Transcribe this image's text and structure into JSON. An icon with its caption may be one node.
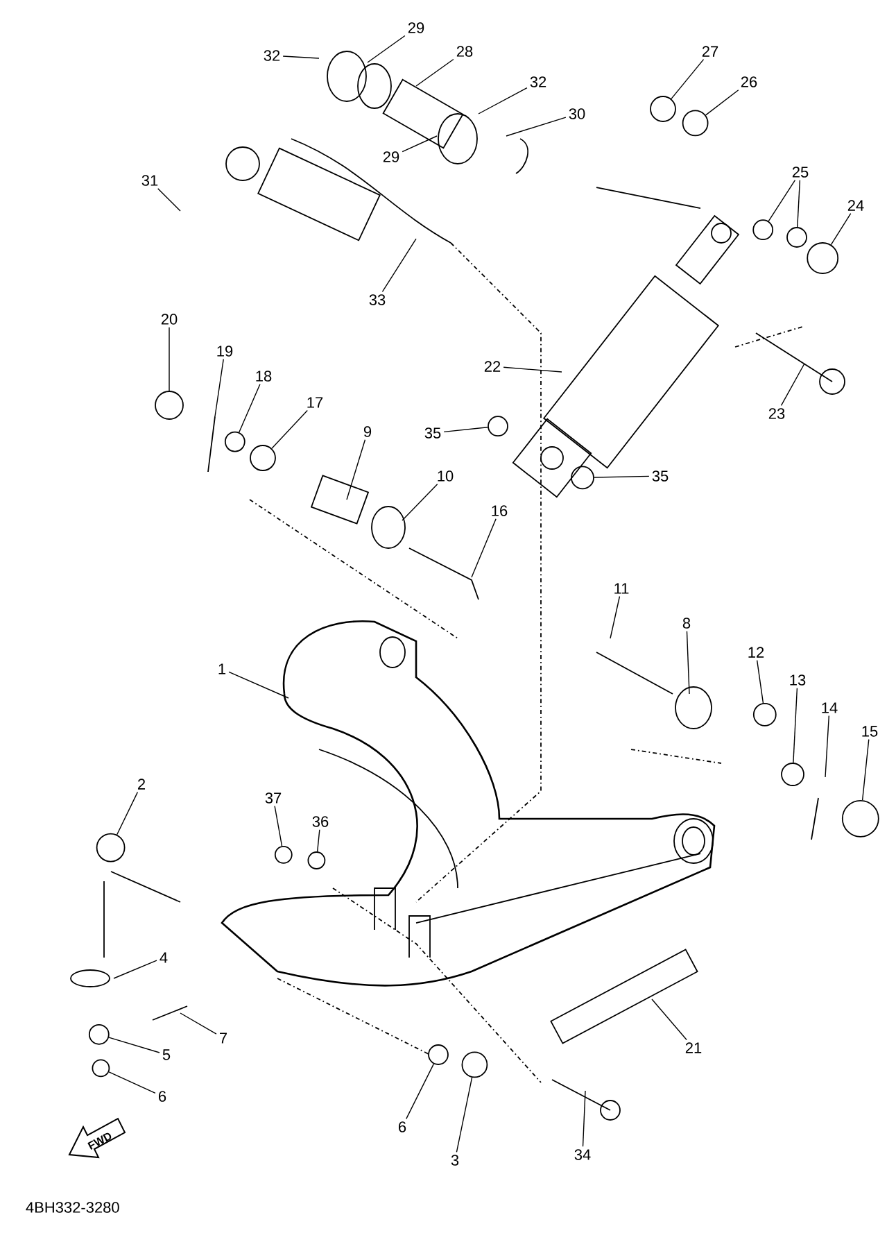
{
  "diagram": {
    "nodes": [
      {
        "text": [
          "32"
        ]
      },
      {
        "text": [
          "29"
        ]
      },
      {
        "text": [
          "28"
        ]
      },
      {
        "text": [
          "32"
        ]
      },
      {
        "text": [
          "29"
        ]
      },
      {
        "text": [
          "30"
        ]
      },
      {
        "text": [
          "31"
        ]
      },
      {
        "text": [
          "27"
        ]
      },
      {
        "text": [
          "26"
        ]
      },
      {
        "text": [
          "25"
        ]
      },
      {
        "text": [
          "24"
        ]
      },
      {
        "text": [
          "33"
        ]
      },
      {
        "text": [
          "20"
        ]
      },
      {
        "text": [
          "19"
        ]
      },
      {
        "text": [
          "18"
        ]
      },
      {
        "text": [
          "17"
        ]
      },
      {
        "text": [
          "9"
        ]
      },
      {
        "text": [
          "10"
        ]
      },
      {
        "text": [
          "16"
        ]
      },
      {
        "text": [
          "22"
        ]
      },
      {
        "text": [
          "35"
        ]
      },
      {
        "text": [
          "35"
        ]
      },
      {
        "text": [
          "23"
        ]
      },
      {
        "text": [
          "11"
        ]
      },
      {
        "text": [
          "8"
        ]
      },
      {
        "text": [
          "1"
        ]
      },
      {
        "text": [
          "12"
        ]
      },
      {
        "text": [
          "13"
        ]
      },
      {
        "text": [
          "14"
        ]
      },
      {
        "text": [
          "15"
        ]
      },
      {
        "text": [
          "2"
        ]
      },
      {
        "text": [
          "37"
        ]
      },
      {
        "text": [
          "36"
        ]
      },
      {
        "text": [
          "4"
        ]
      },
      {
        "text": [
          "7"
        ]
      },
      {
        "text": [
          "21"
        ]
      },
      {
        "text": [
          "5"
        ]
      },
      {
        "text": [
          "6"
        ]
      },
      {
        "text": [
          "6"
        ]
      },
      {
        "text": [
          "3"
        ]
      },
      {
        "text": [
          "34"
        ]
      },
      {
        "text": [],
        "shape": "circle"
      },
      {
        "text": [],
        "shape": "circle"
      },
      {
        "text": [],
        "shape": "circle"
      },
      {
        "text": [],
        "shape": "circle"
      },
      {
        "text": [],
        "shape": "circle"
      },
      {
        "text": [],
        "shape": "circle"
      },
      {
        "text": [],
        "shape": "circle"
      },
      {
        "text": [],
        "shape": "circle"
      },
      {
        "text": [],
        "shape": "circle"
      },
      {
        "text": [],
        "shape": "circle"
      },
      {
        "text": [],
        "shape": "circle"
      },
      {
        "text": [],
        "shape": "circle"
      },
      {
        "text": [],
        "shape": "circle"
      },
      {
        "text": [],
        "shape": "circle"
      },
      {
        "text": [],
        "shape": "circle"
      },
      {
        "text": [],
        "shape": "circle"
      },
      {
        "text": [],
        "shape": "circle"
      },
      {
        "text": [],
        "shape": "circle"
      },
      {
        "text": [],
        "shape": "circle"
      },
      {
        "text": [],
        "shape": "circle"
      }
    ],
    "edges": [
      {
        "from": 0,
        "to": null,
        "arrow": "none"
      },
      {
        "from": 1,
        "to": null,
        "arrow": "none"
      },
      {
        "from": 2,
        "to": null,
        "arrow": "none"
      },
      {
        "from": 3,
        "to": null,
        "arrow": "none"
      },
      {
        "from": 4,
        "to": null,
        "arrow": "none"
      },
      {
        "from": 5,
        "to": null,
        "arrow": "none"
      },
      {
        "from": 6,
        "to": null,
        "arrow": "none"
      },
      {
        "from": 7,
        "to": 41,
        "arrow": "none"
      },
      {
        "from": 8,
        "to": 42,
        "arrow": "none"
      },
      {
        "from": 9,
        "to": 43,
        "arrow": "none"
      },
      {
        "from": 9,
        "to": 44,
        "arrow": "none"
      },
      {
        "from": 10,
        "to": 45,
        "arrow": "none"
      },
      {
        "from": 11,
        "to": null,
        "arrow": "none"
      },
      {
        "from": 12,
        "to": 46,
        "arrow": "none"
      },
      {
        "from": 13,
        "to": null,
        "arrow": "none"
      },
      {
        "from": 14,
        "to": 47,
        "arrow": "none"
      },
      {
        "from": 15,
        "to": 48,
        "arrow": "none"
      },
      {
        "from": 16,
        "to": null,
        "arrow": "none"
      },
      {
        "from": 17,
        "to": null,
        "arrow": "none"
      },
      {
        "from": 18,
        "to": null,
        "arrow": "none"
      },
      {
        "from": 19,
        "to": null,
        "arrow": "none"
      },
      {
        "from": 20,
        "to": 49,
        "arrow": "none"
      },
      {
        "from": 21,
        "to": 50,
        "arrow": "none"
      },
      {
        "from": 22,
        "to": null,
        "arrow": "none"
      },
      {
        "from": 23,
        "to": null,
        "arrow": "none"
      },
      {
        "from": 24,
        "to": null,
        "arrow": "none"
      },
      {
        "from": 25,
        "to": null,
        "arrow": "none"
      },
      {
        "from": 26,
        "to": 51,
        "arrow": "none"
      },
      {
        "from": 27,
        "to": 52,
        "arrow": "none"
      },
      {
        "from": 28,
        "to": null,
        "arrow": "none"
      },
      {
        "from": 29,
        "to": 53,
        "arrow": "none"
      },
      {
        "from": 30,
        "to": 54,
        "arrow": "none"
      },
      {
        "from": 31,
        "to": 55,
        "arrow": "none"
      },
      {
        "from": 32,
        "to": 56,
        "arrow": "none"
      },
      {
        "from": 33,
        "to": null,
        "arrow": "none"
      },
      {
        "from": 34,
        "to": null,
        "arrow": "none"
      },
      {
        "from": 35,
        "to": null,
        "arrow": "none"
      },
      {
        "from": 36,
        "to": 57,
        "arrow": "none"
      },
      {
        "from": 37,
        "to": 58,
        "arrow": "none"
      },
      {
        "from": 38,
        "to": 59,
        "arrow": "none"
      },
      {
        "from": 39,
        "to": 60,
        "arrow": "none"
      },
      {
        "from": 40,
        "to": null,
        "arrow": "none"
      }
    ],
    "labels": [
      "FWD",
      "4BH332-3280"
    ]
  }
}
